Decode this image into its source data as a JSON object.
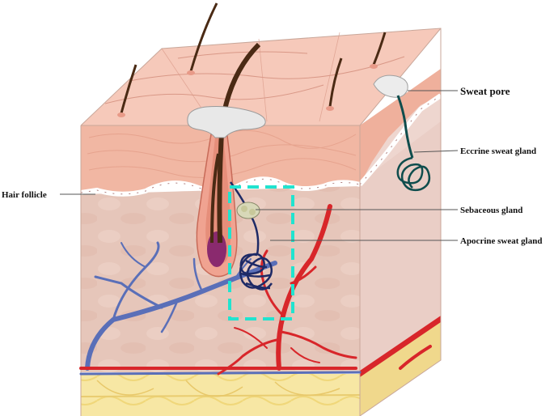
{
  "labels": {
    "sweat_pore": "Sweat pore",
    "eccrine_sweat_gland": "Eccrine sweat gland",
    "hair_follicle": "Hair follicle",
    "sebaceous_gland": "Sebaceous gland",
    "apocrine_sweat_gland": "Apocrine sweat gland"
  },
  "colors": {
    "epidermis_top": "#f4c4b4",
    "epidermis_side": "#f1b9a6",
    "dermis": "#e8c8bc",
    "right_face": "#eed6cf",
    "fat": "#f6e6a2",
    "vein": "#5a6fb8",
    "artery": "#d8262a",
    "eccrine_gland": "#0f4d4d",
    "apocrine_gland": "#1e2a66",
    "highlight_box": "#21e3cf",
    "hair": "#4a2a14",
    "bulb": "#8a2a6e"
  }
}
